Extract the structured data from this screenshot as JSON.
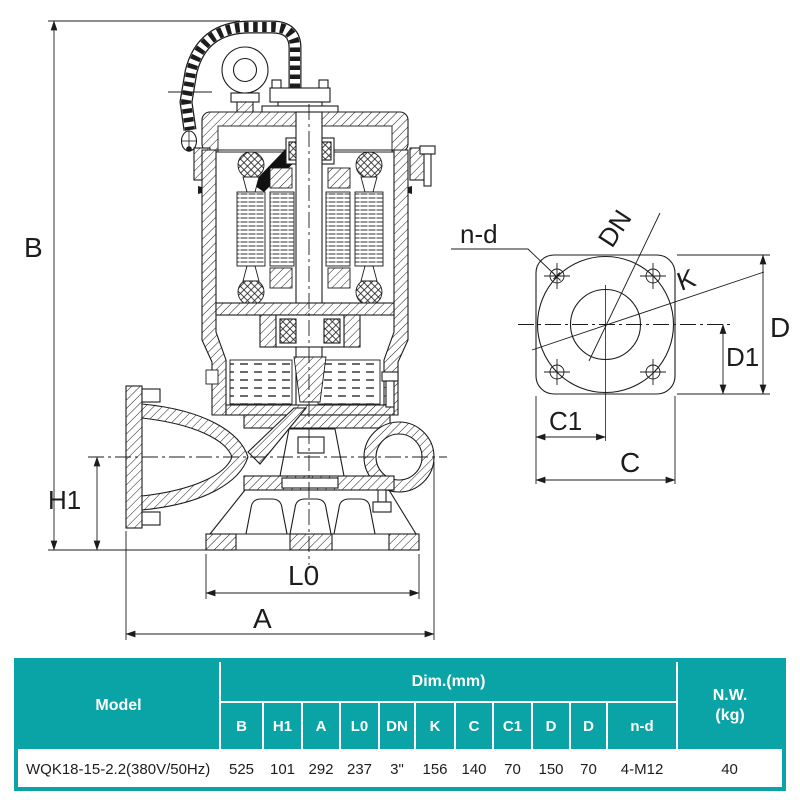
{
  "drawing": {
    "side_labels": {
      "B": "B",
      "H1": "H1",
      "L0": "L0",
      "A": "A"
    },
    "flange_labels": {
      "n_d": "n-d",
      "DN": "DN",
      "K": "K",
      "D": "D",
      "D1": "D1",
      "C1": "C1",
      "C": "C"
    }
  },
  "table": {
    "model_header": "Model",
    "dim_header": "Dim.(mm)",
    "nw_header_line1": "N.W.",
    "nw_header_line2": "(kg)",
    "dim_columns": [
      "B",
      "H1",
      "A",
      "L0",
      "DN",
      "K",
      "C",
      "C1",
      "D",
      "D",
      "n-d"
    ],
    "row": {
      "model": "WQK18-15-2.2(380V/50Hz)",
      "values": [
        "525",
        "101",
        "292",
        "237",
        "3\"",
        "156",
        "140",
        "70",
        "150",
        "70",
        "4-M12"
      ],
      "nw": "40"
    }
  },
  "colors": {
    "accent": "#0aa3a6",
    "line": "#1c1c1c"
  }
}
